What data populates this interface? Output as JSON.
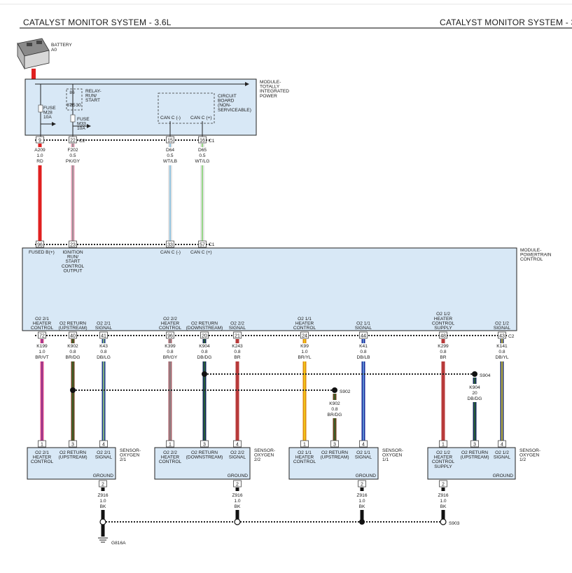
{
  "header": {
    "title_left": "CATALYST MONITOR SYSTEM - 3.6L",
    "title_right": "CATALYST MONITOR SYSTEM - 3."
  },
  "battery": {
    "name": "BATTERY",
    "ref": "A0",
    "icon": "battery-icon"
  },
  "tipm": {
    "label": [
      "MODULE-",
      "TOTALLY",
      "INTEGRATED",
      "POWER"
    ],
    "relay": [
      "RELAY-",
      "RUN/",
      "START"
    ],
    "relay_pins": [
      "86",
      "87",
      "85",
      "30"
    ],
    "fuse1": [
      "FUSE",
      "M28",
      "10A"
    ],
    "fuse2": [
      "FUSE",
      "M33",
      "10A"
    ],
    "circuit_board": [
      "CIRCUIT",
      "BOARD",
      "(NON-",
      "SERVICEABLE)"
    ],
    "can_neg": "CAN C (-)",
    "can_pos": "CAN C (+)",
    "pins": [
      "9",
      "22",
      "15",
      "16"
    ],
    "conn1": "C2",
    "conn2": "C1"
  },
  "upper_wires": [
    {
      "circuit": "A209",
      "gauge": "1.0",
      "color": "RD",
      "hex": "#e02020",
      "stripe": ""
    },
    {
      "circuit": "F202",
      "gauge": "0.5",
      "color": "PK/GY",
      "hex": "#e8a0b8",
      "stripe": "#8a8a8a"
    },
    {
      "circuit": "D64",
      "gauge": "0.5",
      "color": "WT/LB",
      "hex": "#f4f4f4",
      "stripe": "#7ab6d8"
    },
    {
      "circuit": "D65",
      "gauge": "0.5",
      "color": "WT/LG",
      "hex": "#f4f4f4",
      "stripe": "#7ccc6a"
    }
  ],
  "pcm": {
    "label": [
      "MODULE-",
      "POWERTRAIN",
      "CONTROL"
    ],
    "top_pins": [
      "96",
      "23",
      "33",
      "57"
    ],
    "top_conn": "C1",
    "fused_b": "FUSED B(+)",
    "ign": [
      "IGNITION",
      "RUN/",
      "START",
      "CONTROL",
      "OUTPUT"
    ],
    "can_neg": "CAN C (-)",
    "can_pos": "CAN C (+)",
    "bottom_conn": "C2",
    "bottom_pins": [
      {
        "pin": "72",
        "label": [
          "O2 2/1",
          "HEATER",
          "CONTROL"
        ]
      },
      {
        "pin": "40",
        "label": [
          "O2 RETURN",
          "(UPSTREAM)"
        ]
      },
      {
        "pin": "41",
        "label": [
          "O2 2/1",
          "SIGNAL"
        ]
      },
      {
        "pin": "96",
        "label": [
          "O2 2/2",
          "HEATER",
          "CONTROL"
        ]
      },
      {
        "pin": "20",
        "label": [
          "O2 RETURN",
          "(DOWNSTREAM)"
        ]
      },
      {
        "pin": "21",
        "label": [
          "O2 2/2",
          "SIGNAL"
        ]
      },
      {
        "pin": "24",
        "label": [
          "O2 1/1",
          "HEATER",
          "CONTROL"
        ]
      },
      {
        "pin": "44",
        "label": [
          "O2 1/1",
          "SIGNAL"
        ]
      },
      {
        "pin": "48",
        "label": [
          "O2 1/2",
          "HEATER",
          "CONTROL",
          "SUPPLY"
        ]
      },
      {
        "pin": "43",
        "label": [
          "O2 1/2",
          "SIGNAL"
        ]
      }
    ]
  },
  "lower_wires": [
    {
      "circuit": "K199",
      "gauge": "1.0",
      "color": "BR/VT",
      "hex": "#e0508c",
      "stripe": "#7a2a8a"
    },
    {
      "circuit": "K902",
      "gauge": "0.8",
      "color": "BR/DG",
      "hex": "#6b3f1c",
      "stripe": "#2e6b2e"
    },
    {
      "circuit": "K43",
      "gauge": "0.8",
      "color": "DB/LG",
      "hex": "#1f3c8c",
      "stripe": "#9bd07a"
    },
    {
      "circuit": "K399",
      "gauge": "0.8",
      "color": "BR/GY",
      "hex": "#a8646c",
      "stripe": "#8a8a8a"
    },
    {
      "circuit": "K904",
      "gauge": "0.8",
      "color": "DB/DG",
      "hex": "#152a5c",
      "stripe": "#2e6b2e"
    },
    {
      "circuit": "K243",
      "gauge": "0.8",
      "color": "BR",
      "hex": "#b83a3a",
      "stripe": ""
    },
    {
      "circuit": "K99",
      "gauge": "1.0",
      "color": "BR/YL",
      "hex": "#e08a10",
      "stripe": "#f2d21c"
    },
    {
      "circuit": "K41",
      "gauge": "0.8",
      "color": "DB/LB",
      "hex": "#1a2a9a",
      "stripe": "#6aa8e0"
    },
    {
      "circuit": "K299",
      "gauge": "0.8",
      "color": "BR",
      "hex": "#b83a3a",
      "stripe": ""
    },
    {
      "circuit": "K141",
      "gauge": "0.8",
      "color": "DB/YL",
      "hex": "#22306a",
      "stripe": "#e8d83a"
    }
  ],
  "splices": {
    "s902": {
      "name": "S902",
      "circuit": "K902",
      "gauge": "0.8",
      "color": "BR/DG"
    },
    "s904": {
      "name": "S904",
      "circuit": "K904",
      "gauge": "20",
      "color": "DB/DG"
    },
    "s903": "S903"
  },
  "sensors": [
    {
      "name": [
        "SENSOR-",
        "OXYGEN",
        "2/1"
      ],
      "pins": [
        {
          "pin": "1",
          "label": [
            "O2 2/1",
            "HEATER",
            "CONTROL"
          ]
        },
        {
          "pin": "3",
          "label": [
            "O2 RETURN",
            "(UPSTREAM)"
          ]
        },
        {
          "pin": "4",
          "label": [
            "O2 2/1",
            "SIGNAL"
          ]
        }
      ]
    },
    {
      "name": [
        "SENSOR-",
        "OXYGEN",
        "2/2"
      ],
      "pins": [
        {
          "pin": "1",
          "label": [
            "O2 2/2",
            "HEATER",
            "CONTROL"
          ]
        },
        {
          "pin": "3",
          "label": [
            "O2 RETURN",
            "(DOWNSTREAM)"
          ]
        },
        {
          "pin": "4",
          "label": [
            "O2 2/2",
            "SIGNAL"
          ]
        }
      ]
    },
    {
      "name": [
        "SENSOR-",
        "OXYGEN",
        "1/1"
      ],
      "pins": [
        {
          "pin": "1",
          "label": [
            "O2 1/1",
            "HEATER",
            "CONTROL"
          ]
        },
        {
          "pin": "3",
          "label": [
            "O2 RETURN",
            "(UPSTREAM)"
          ]
        },
        {
          "pin": "4",
          "label": [
            "O2 1/1",
            "SIGNAL"
          ]
        }
      ]
    },
    {
      "name": [
        "SENSOR-",
        "OXYGEN",
        "1/2"
      ],
      "pins": [
        {
          "pin": "1",
          "label": [
            "O2 1/2",
            "HEATER",
            "CONTROL",
            "SUPPLY"
          ]
        },
        {
          "pin": "3",
          "label": [
            "O2 RETURN",
            "(UPSTREAM)"
          ]
        },
        {
          "pin": "4",
          "label": [
            "O2 1/2",
            "SIGNAL"
          ]
        }
      ]
    }
  ],
  "ground": {
    "label": "GROUND",
    "pin": "2",
    "circuit": "Z916",
    "gauge": "1.0",
    "color": "BK",
    "point": "G816A"
  }
}
